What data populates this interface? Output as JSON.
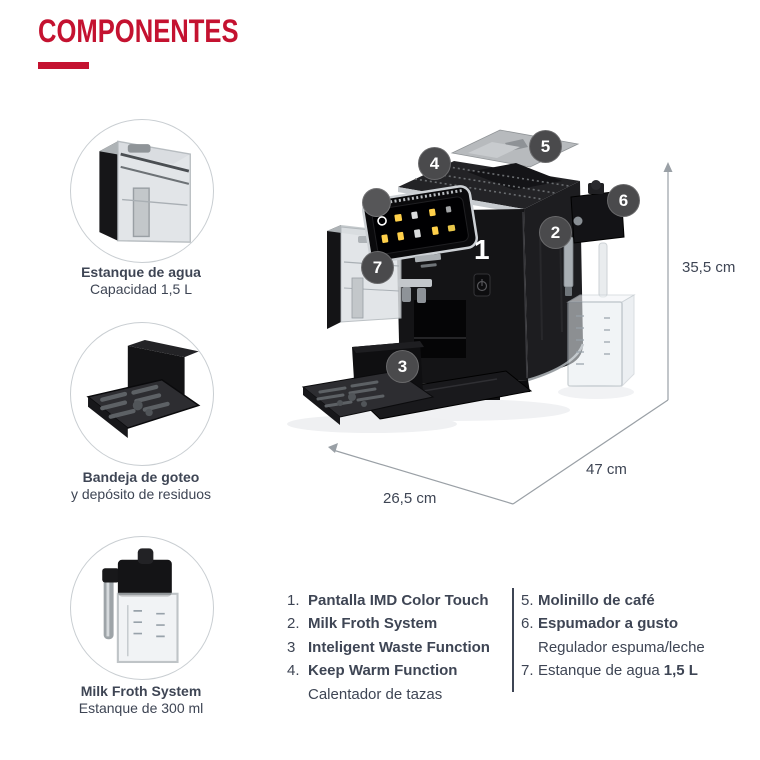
{
  "header": {
    "title": "COMPONENTES"
  },
  "colors": {
    "accent_red": "#c41230",
    "text_dark": "#3e4554",
    "badge_bg": "#4a4a4c",
    "dimension_line": "#9aa0a6"
  },
  "cards": [
    {
      "icon": "water-tank-icon",
      "title": "Estanque de agua",
      "subtitle": "Capacidad 1,5 L"
    },
    {
      "icon": "drip-tray-icon",
      "title": "Bandeja de goteo",
      "subtitle": "y depósito de residuos"
    },
    {
      "icon": "milk-container-icon",
      "title": "Milk Froth System",
      "subtitle": "Estanque de 300 ml"
    }
  ],
  "diagram": {
    "front_numeral": "1",
    "badges": {
      "n2": "2",
      "n3": "3",
      "n4": "4",
      "n5": "5",
      "n6": "6",
      "n7": "7"
    },
    "dimensions": {
      "height": "35,5 cm",
      "depth": "47 cm",
      "width": "26,5 cm"
    }
  },
  "legend": {
    "left": [
      {
        "num": "1.",
        "label": "Pantalla IMD Color Touch"
      },
      {
        "num": "2.",
        "label": "Milk Froth System"
      },
      {
        "num": "3",
        "label": "Inteligent Waste Function"
      },
      {
        "num": "4.",
        "label": "Keep Warm Function",
        "sub": "Calentador de tazas"
      }
    ],
    "right": [
      {
        "num": "5.",
        "label": "Molinillo de café"
      },
      {
        "num": "6.",
        "label": "Espumador a gusto",
        "sub": "Regulador espuma/leche"
      },
      {
        "num": "7.",
        "label": "Estanque de agua",
        "bold": "1,5 L"
      }
    ]
  }
}
